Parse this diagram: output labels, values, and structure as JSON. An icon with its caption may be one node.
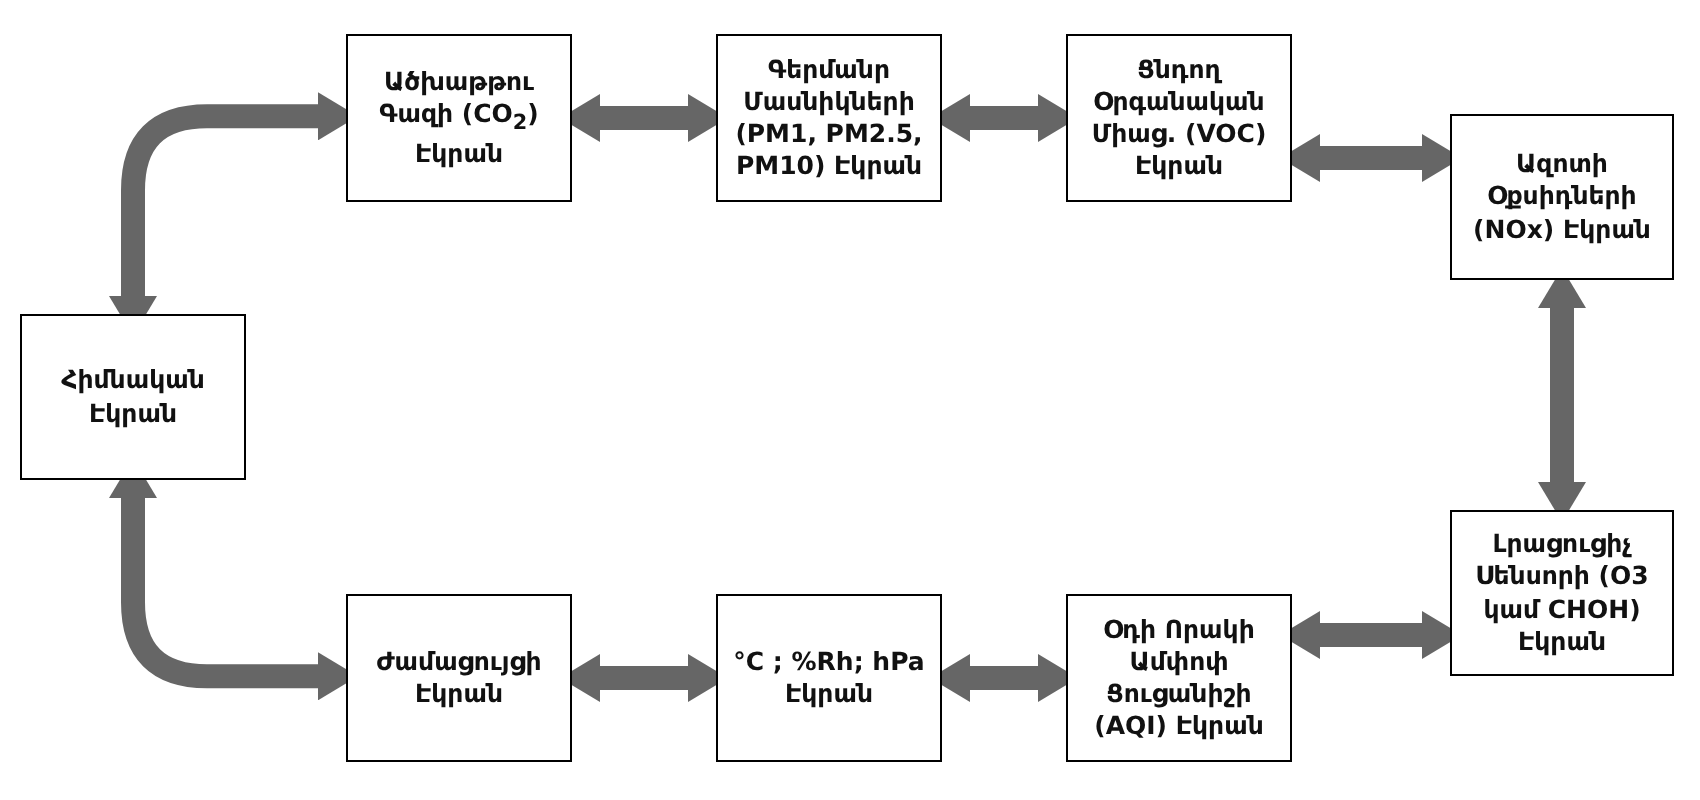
{
  "diagram": {
    "nodes": [
      {
        "text": [
          "Հիմնական Էկրան"
        ]
      },
      {
        "text": [
          "Ածխաթթու Գազի (CO$_{2}$) Էկրան"
        ]
      },
      {
        "text": [
          "Գերմանր Մասնիկների (PM1, PM2.5, PM10) Էկրան"
        ]
      },
      {
        "text": [
          "Ցնդող Օրգանական Միաց. (VOC) Էկրան"
        ]
      },
      {
        "text": [
          "Ազոտի Օքսիդների (NOx) Էկրան"
        ]
      },
      {
        "text": [
          "Լրացուցիչ Սենսորի  (O3 կամ CHOH) Էկրան"
        ]
      },
      {
        "text": [
          "Օդի Որակի Ամփոփ Ցուցանիշի (AQI) Էկրան"
        ]
      },
      {
        "text": [
          "°C ; %Rh; hPa Էկրան"
        ]
      },
      {
        "text": [
          "Ժամացույցի Էկրան"
        ]
      }
    ],
    "edges": [
      {
        "from": 0,
        "to": 1,
        "arrow": "both"
      },
      {
        "from": 1,
        "to": 2,
        "arrow": "both"
      },
      {
        "from": 2,
        "to": 3,
        "arrow": "both"
      },
      {
        "from": 3,
        "to": 4,
        "arrow": "both"
      },
      {
        "from": 4,
        "to": 5,
        "arrow": "both"
      },
      {
        "from": 5,
        "to": 6,
        "arrow": "both"
      },
      {
        "from": 6,
        "to": 7,
        "arrow": "both"
      },
      {
        "from": 7,
        "to": 8,
        "arrow": "both"
      },
      {
        "from": 0,
        "to": 8,
        "arrow": "both"
      }
    ]
  }
}
